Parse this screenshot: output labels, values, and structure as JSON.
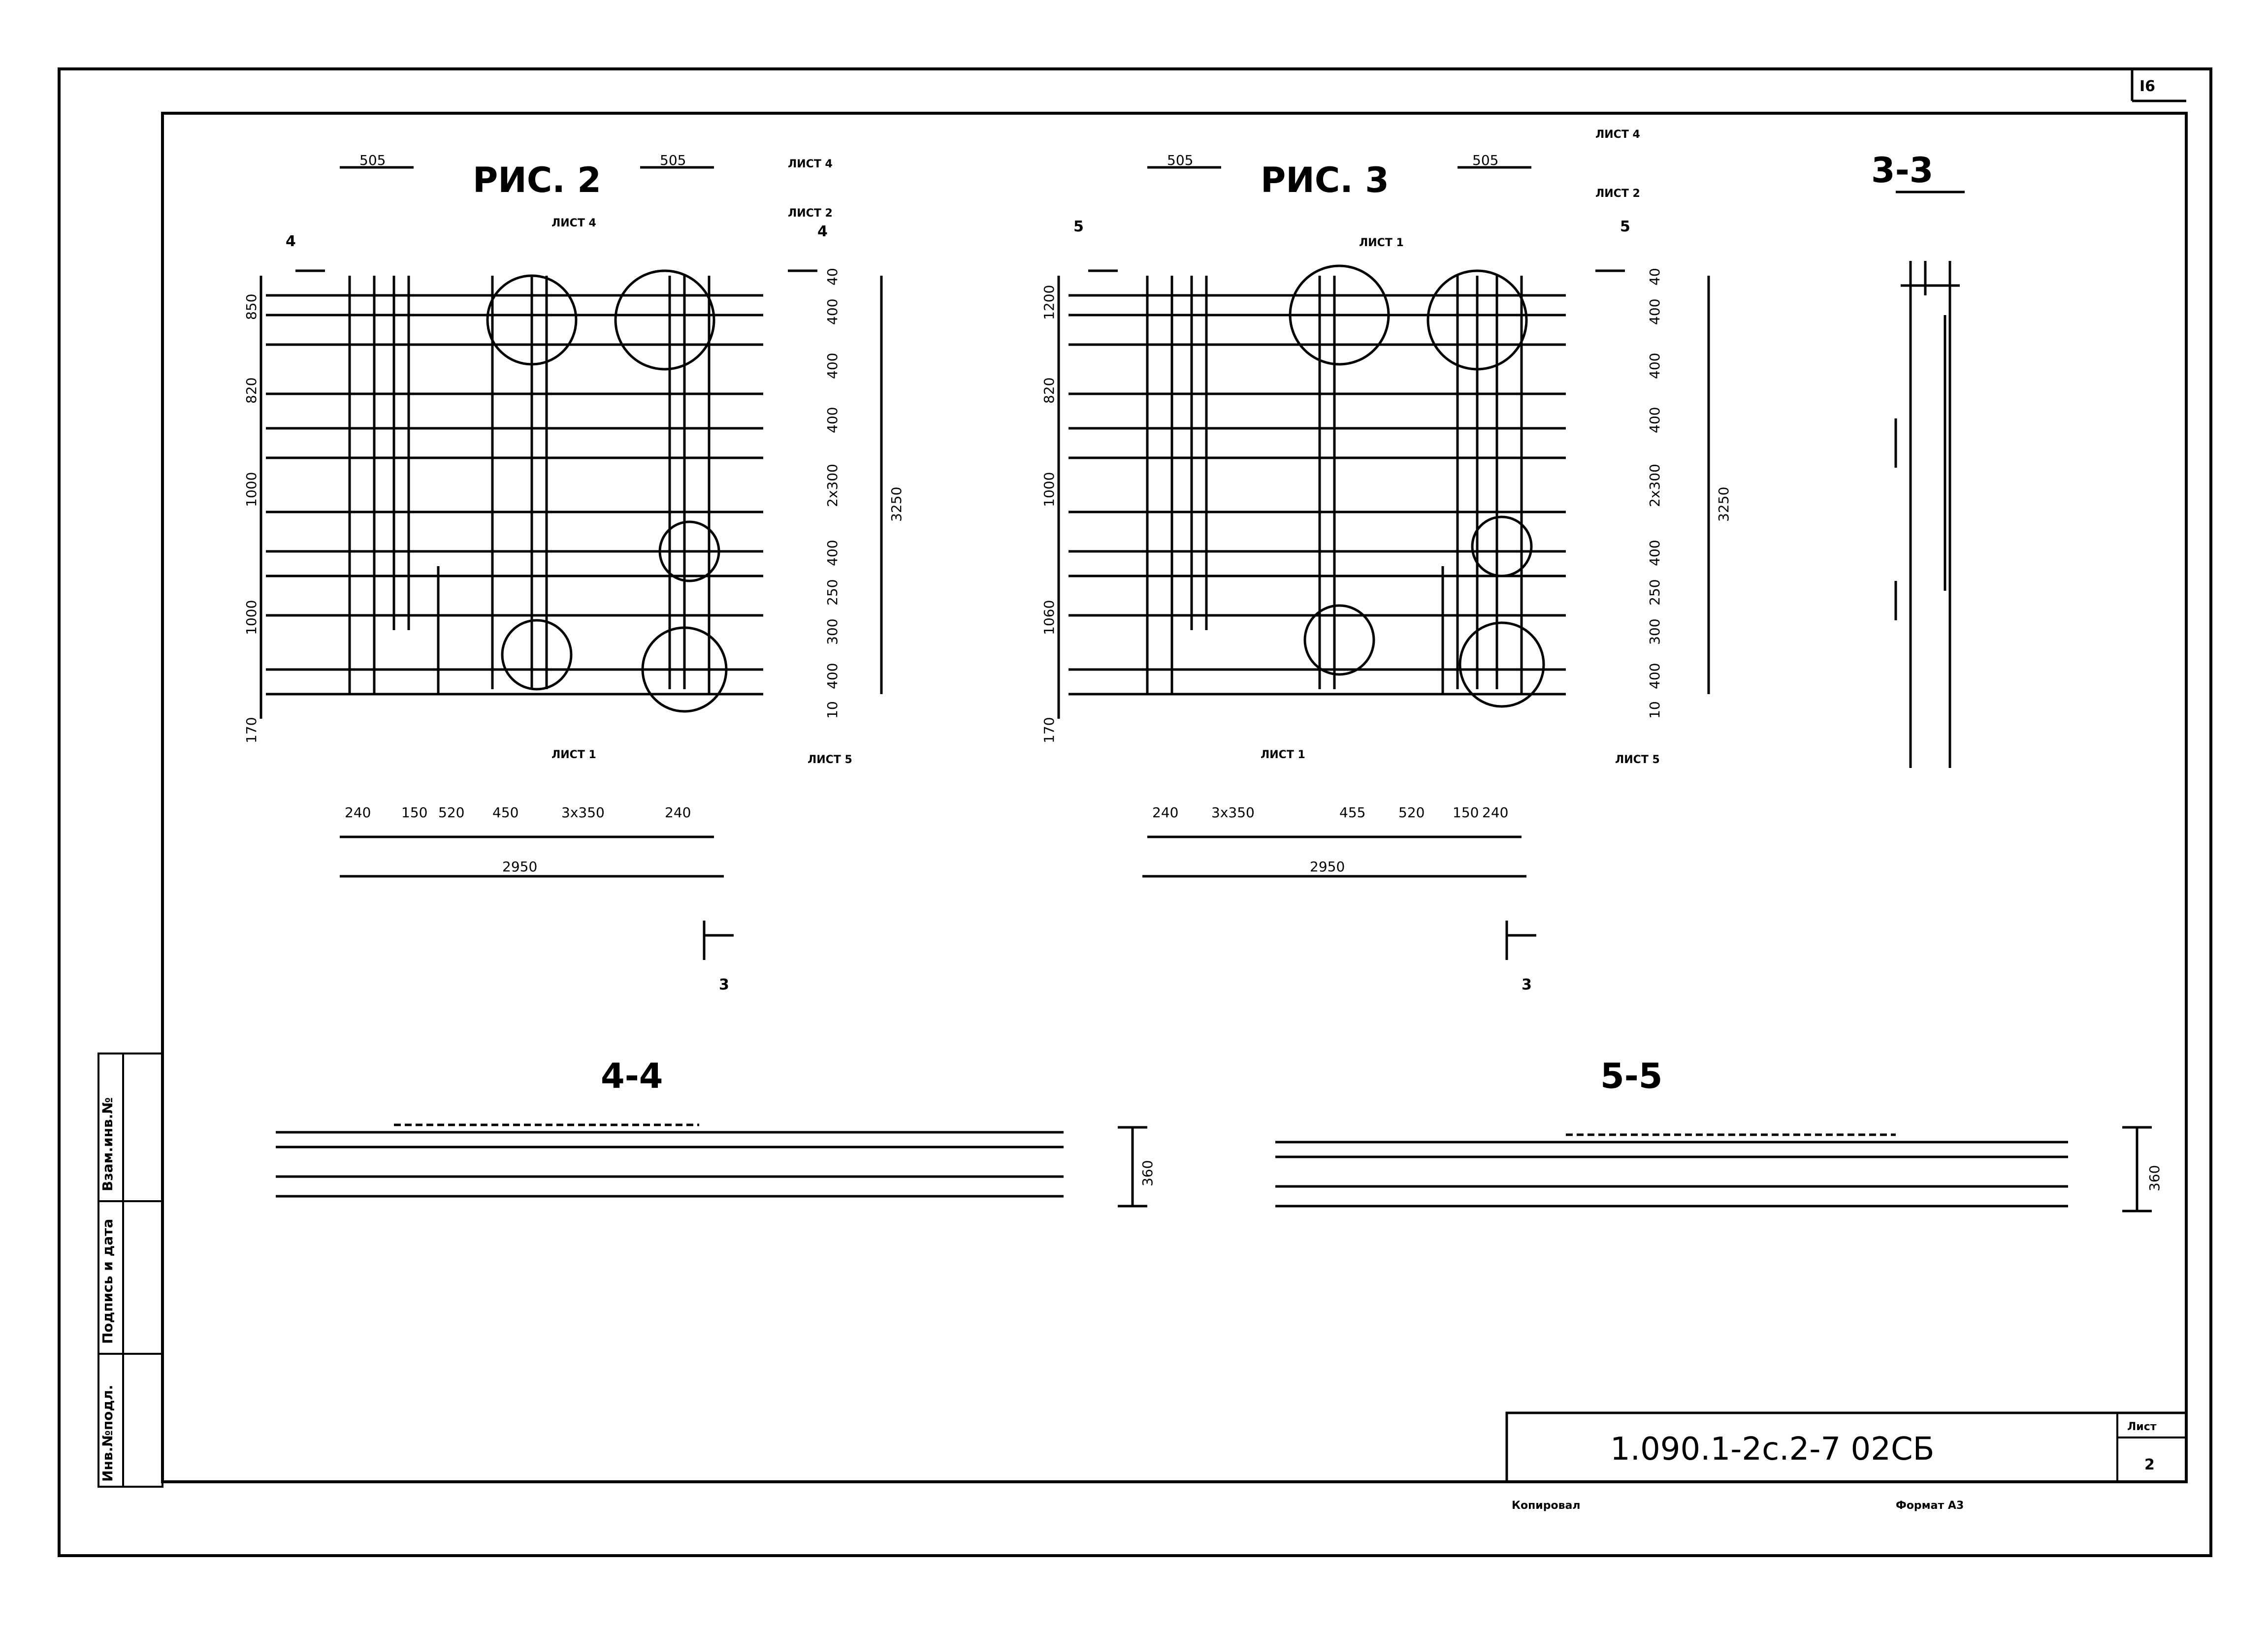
{
  "sheet": {
    "page_number": "I6",
    "code": "1.090.1-2с.2-7 02СБ",
    "list_label": "Лист",
    "list_number": "2",
    "copied_label": "Копировал",
    "format_label": "Формат А3",
    "side_stamp": [
      "Инв.№подл.",
      "Подпись и дата",
      "Взам.инв.№"
    ]
  },
  "views": {
    "ris2": {
      "title": "РИС. 2",
      "total_width": "2950",
      "total_height": "3250"
    },
    "ris3": {
      "title": "РИС. 3",
      "total_width": "2950",
      "total_height": "3250"
    },
    "s33": {
      "title": "3-3"
    },
    "s44": {
      "title": "4-4",
      "height": "360"
    },
    "s55": {
      "title": "5-5",
      "height": "360"
    }
  },
  "ris2_bottom_dims": [
    "240",
    "150",
    "520",
    "450",
    "3x350",
    "240"
  ],
  "ris3_bottom_dims": [
    "240",
    "3x350",
    "455",
    "520",
    "150",
    "240"
  ],
  "right_dims": [
    "40",
    "400",
    "400",
    "400",
    "2x300",
    "400",
    "250",
    "300",
    "400",
    "10"
  ],
  "left_dims_2": [
    "850",
    "820",
    "1000",
    "1000",
    "170"
  ],
  "left_dims_3": [
    "1200",
    "820",
    "1000",
    "1060",
    "170"
  ],
  "top_dim": "505",
  "sheet_refs": {
    "l1": "ЛИСТ 1",
    "l2": "ЛИСТ 2",
    "l4": "ЛИСТ 4",
    "l5": "ЛИСТ 5"
  },
  "section_marks": {
    "a": "3",
    "b": "4",
    "c": "5"
  }
}
